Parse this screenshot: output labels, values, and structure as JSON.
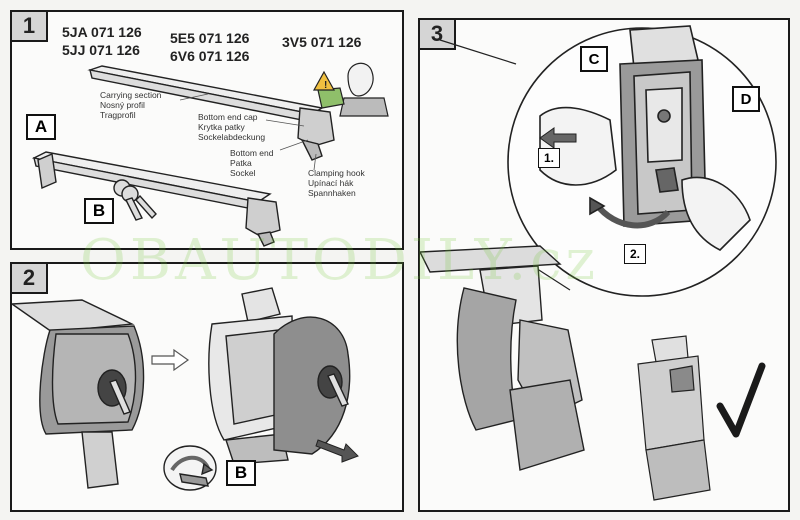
{
  "steps": {
    "one": "1",
    "two": "2",
    "three": "3"
  },
  "panel1": {
    "part_numbers": [
      "5JA 071 126",
      "5JJ 071 126",
      "5E5 071 126",
      "6V6 071 126",
      "3V5 071 126"
    ],
    "label_A": "A",
    "label_B": "B",
    "carrying_section": [
      "Carrying section",
      "Nosný profil",
      "Tragprofil"
    ],
    "bottom_end_cap": [
      "Bottom end cap",
      "Krytka patky",
      "Sockelabdeckung"
    ],
    "bottom_end": [
      "Bottom end",
      "Patka",
      "Sockel"
    ],
    "clamping_hook": [
      "Clamping hook",
      "Upínací hák",
      "Spannhaken"
    ]
  },
  "panel2": {
    "label_B": "B"
  },
  "panel3": {
    "label_C": "C",
    "label_D": "D",
    "seq_1": "1.",
    "seq_2": "2."
  },
  "watermark": "OBAUTODILY.cz"
}
